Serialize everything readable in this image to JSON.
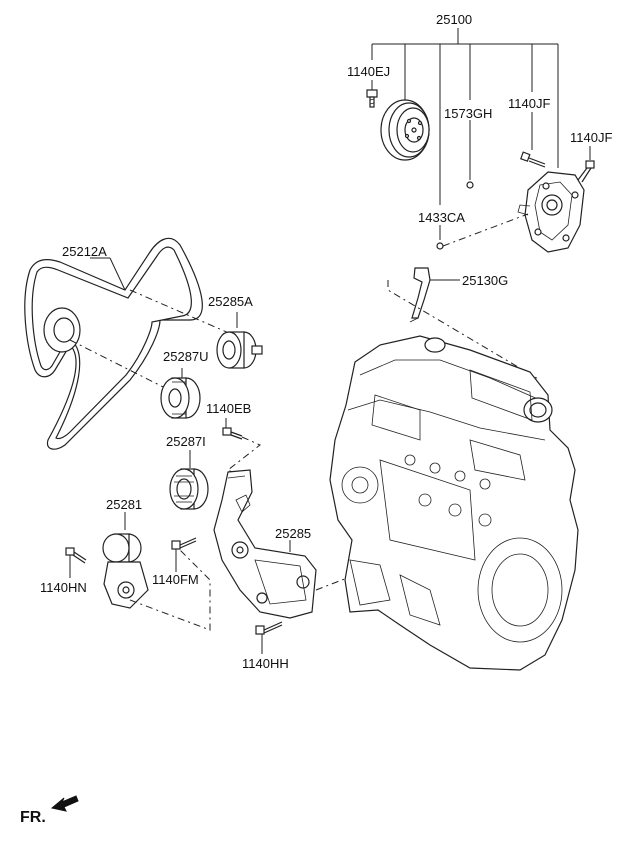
{
  "labels": {
    "assembly": "25100",
    "bolt_ej": "1140EJ",
    "gasket_gh": "1573GH",
    "bolt_jf_1": "1140JF",
    "bolt_jf_2": "1140JF",
    "oring_ca": "1433CA",
    "pipe_g": "25130G",
    "belt": "25212A",
    "idler_a": "25285A",
    "pulley_u": "25287U",
    "bolt_eb": "1140EB",
    "pulley_i": "25287I",
    "tensioner": "25281",
    "bracket": "25285",
    "bolt_hn": "1140HN",
    "bolt_fm": "1140FM",
    "bolt_hh": "1140HH",
    "front": "FR."
  }
}
